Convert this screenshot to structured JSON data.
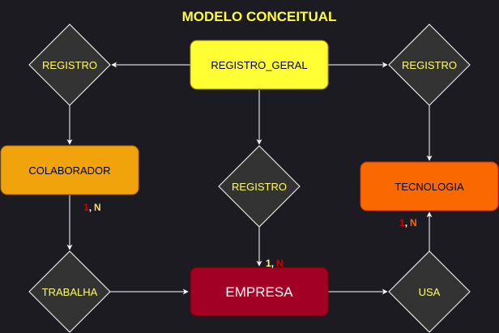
{
  "title": "MODELO CONCEITUAL",
  "entities": {
    "registro_geral": "REGISTRO_GERAL",
    "colaborador": "COLABORADOR",
    "tecnologia": "TECNOLOGIA",
    "empresa": "EMPRESA"
  },
  "relationships": {
    "registro_left": "REGISTRO",
    "registro_right": "REGISTRO",
    "registro_center": "REGISTRO",
    "trabalha": "TRABALHA",
    "usa": "USA"
  },
  "cardinalities": {
    "colaborador_trabalha": {
      "one": "1",
      "sep": ",",
      "many": "N"
    },
    "registro_empresa": {
      "one": "1",
      "sep": ",",
      "many": "N"
    },
    "usa_tecnologia": {
      "one": "1",
      "sep": ",",
      "many": "N"
    }
  },
  "colors": {
    "background": "#1c1b22",
    "title": "#ffff33",
    "registro_geral_fill": "#ffff33",
    "colaborador_fill": "#f0a30a",
    "tecnologia_fill": "#fa6800",
    "empresa_fill": "#a20025",
    "diamond_fill": "#333333",
    "diamond_text": "#ffff66",
    "cardinality_one": "#cc0000",
    "cardinality_many": "#ffd966"
  }
}
